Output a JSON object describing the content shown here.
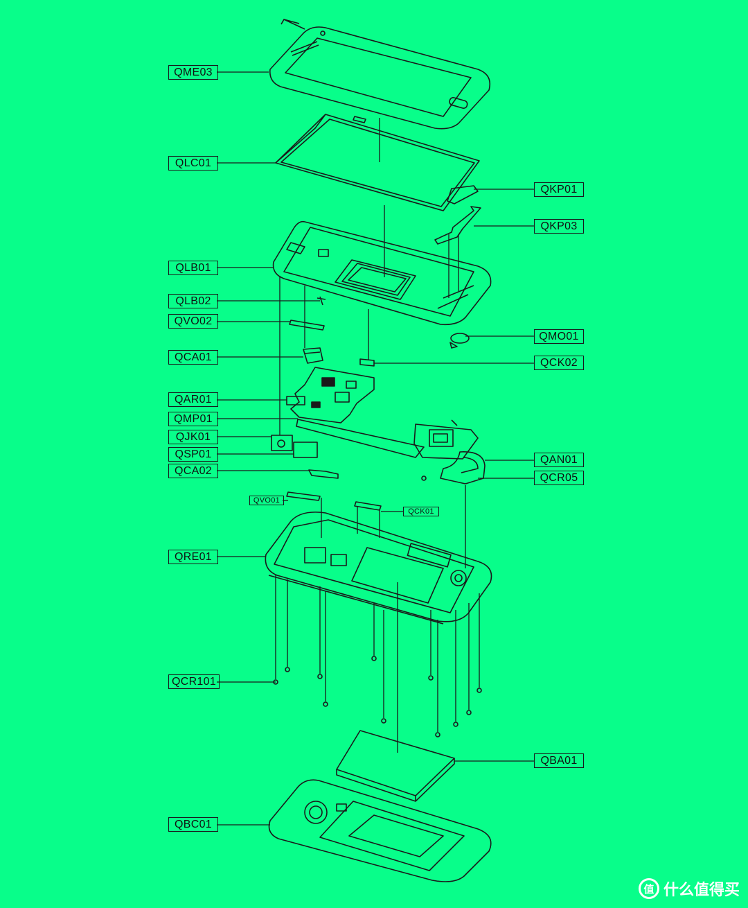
{
  "labels": {
    "QME03": "QME03",
    "QLC01": "QLC01",
    "QKP01": "QKP01",
    "QKP03": "QKP03",
    "QLB01": "QLB01",
    "QLB02": "QLB02",
    "QVO02": "QVO02",
    "QMO01": "QMO01",
    "QCA01": "QCA01",
    "QCK02": "QCK02",
    "QAR01": "QAR01",
    "QMP01": "QMP01",
    "QJK01": "QJK01",
    "QSP01": "QSP01",
    "QCA02": "QCA02",
    "QAN01": "QAN01",
    "QCR05": "QCR05",
    "QVO01": "QVO01",
    "QCK01": "QCK01",
    "QRE01": "QRE01",
    "QCR101": "QCR101",
    "QBA01": "QBA01",
    "QBC01": "QBC01"
  },
  "watermark": {
    "logo_glyph": "值",
    "text": "什么值得买"
  },
  "colors": {
    "background": "#08FE8A",
    "line": "#1a1a1a",
    "watermark": "#ffffff"
  }
}
